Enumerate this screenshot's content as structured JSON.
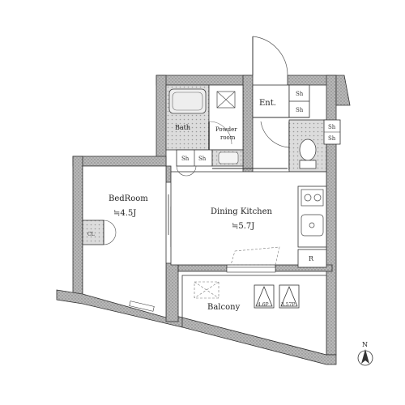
{
  "rooms": {
    "entrance": "Ent.",
    "bath": "Bath",
    "powder_room": "Powder\nroom",
    "bedroom": "BedRoom",
    "bedroom_size": "≒4.5J",
    "dining_kitchen": "Dining Kitchen",
    "dining_kitchen_size": "≒5.7J",
    "balcony": "Balcony"
  },
  "storage_labels": {
    "shoe_upper": "Sh",
    "shoe_lower": "Sh",
    "toilet_shelf_upper": "Sh",
    "toilet_shelf_lower": "Sh",
    "hall_shelf_left": "Sh",
    "hall_shelf_right": "Sh",
    "bedroom_closet": "CL",
    "fridge": "R"
  },
  "balcony_units": {
    "unit_left": "4.6P",
    "unit_right": "3.57P"
  },
  "compass": {
    "north_label": "N"
  },
  "colors": {
    "wall_fill": "#a9a9a9",
    "wet_area_tile": "#d6d6d6",
    "line": "#333333"
  }
}
